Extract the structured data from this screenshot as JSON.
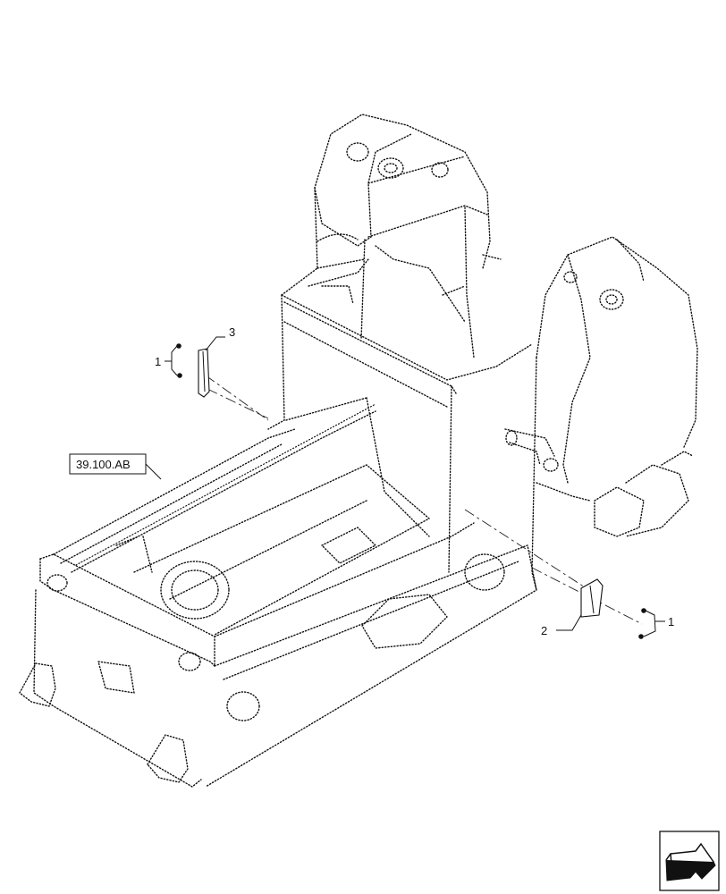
{
  "callouts": {
    "bolt_left": "1",
    "bolt_right": "1",
    "shield_right": "2",
    "shield_left": "3"
  },
  "reference": {
    "label": "39.100.AB"
  },
  "nav": {
    "icon": "page-turn-arrow-icon"
  }
}
